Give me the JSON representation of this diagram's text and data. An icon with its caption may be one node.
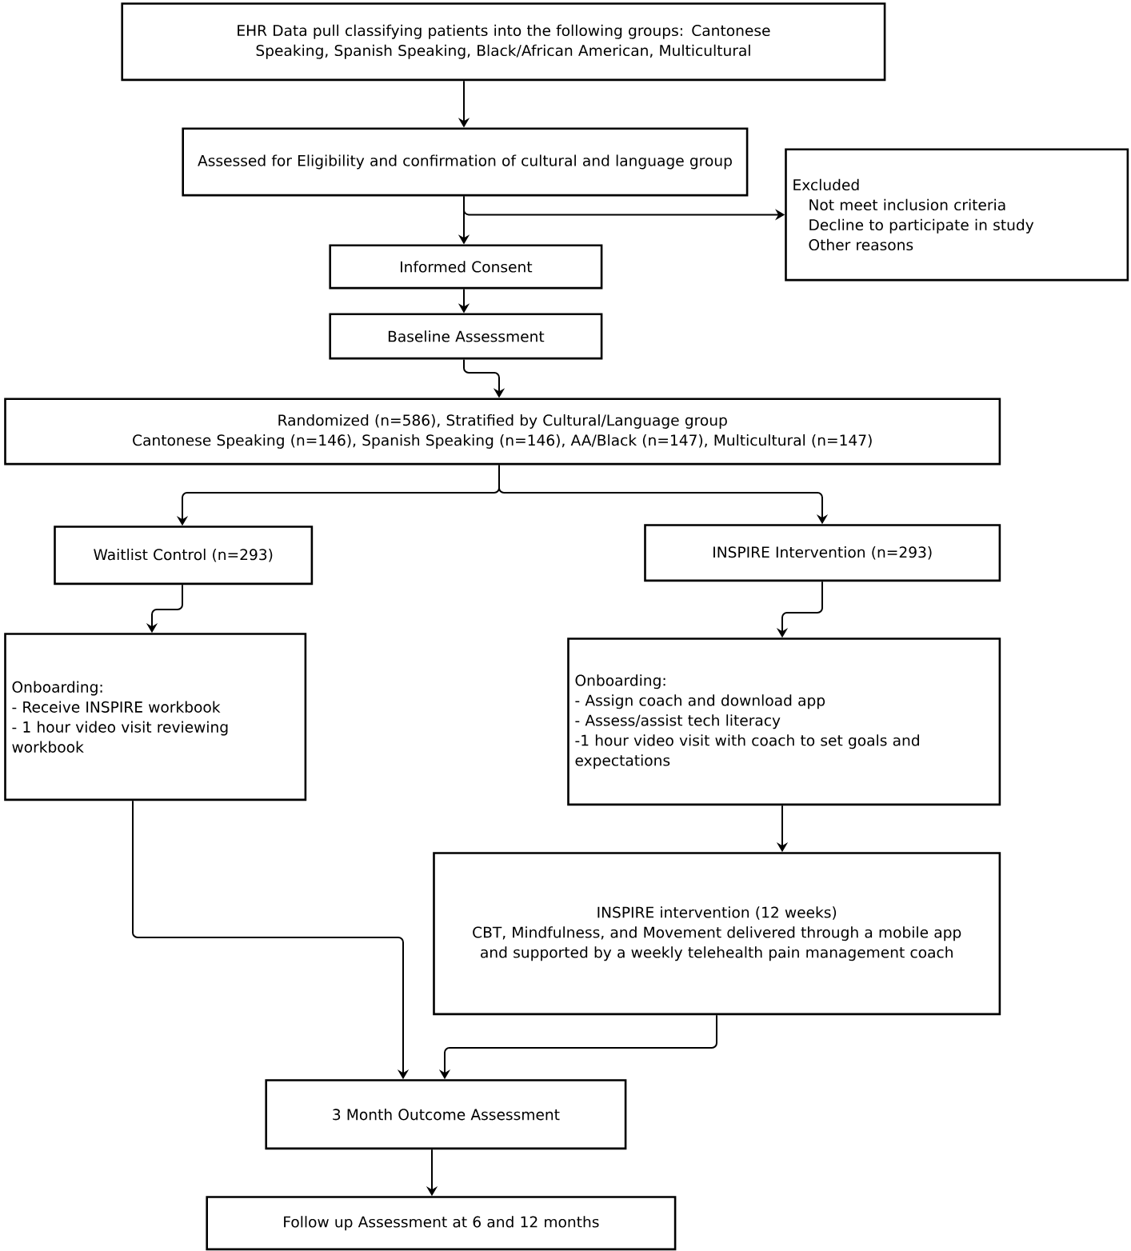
{
  "diagram": {
    "nodes": [
      {
        "text": [
          "EHR Data pull classifying patients into the following groups: Cantonese Speaking, Spanish Speaking, Black/African American, Multicultural"
        ]
      },
      {
        "text": [
          "Assessed for Eligibility and confirmation of cultural and language group"
        ]
      },
      {
        "text": [
          "Excluded",
          "Not meet inclusion criteria",
          "Decline to participate in study",
          "Other reasons"
        ]
      },
      {
        "text": [
          "Informed Consent"
        ]
      },
      {
        "text": [
          "Baseline Assessment"
        ]
      },
      {
        "text": [
          "Randomized (n=586), Stratified by Cultural/Language group",
          "Cantonese Speaking (n=146), Spanish Speaking (n=146), AA/Black (n=147), Multicultural (n=147)"
        ]
      },
      {
        "text": [
          "Waitlist Control (n=293)"
        ]
      },
      {
        "text": [
          "INSPIRE Intervention (n=293)"
        ]
      },
      {
        "text": [
          "Onboarding:",
          "- Receive INSPIRE workbook",
          "- 1 hour video visit reviewing workbook"
        ]
      },
      {
        "text": [
          "Onboarding:",
          "- Assign coach and download app",
          "- Assess/assist tech literacy",
          "-1 hour video visit with coach to set goals and expectations"
        ]
      },
      {
        "text": [
          "INSPIRE intervention (12 weeks)",
          "CBT, Mindfulness, and Movement delivered through a mobile app and supported by a weekly telehealth pain management coach"
        ]
      },
      {
        "text": [
          "3 Month Outcome Assessment"
        ]
      },
      {
        "text": [
          "Follow up Assessment at 6 and 12 months"
        ]
      }
    ],
    "edges": [
      {
        "from": 0,
        "to": 1,
        "arrow": "to"
      },
      {
        "from": 1,
        "to": 2,
        "arrow": "to"
      },
      {
        "from": 1,
        "to": 3,
        "arrow": "to"
      },
      {
        "from": 3,
        "to": 4,
        "arrow": "to"
      },
      {
        "from": 4,
        "to": 5,
        "arrow": "to"
      },
      {
        "from": 5,
        "to": 6,
        "arrow": "to"
      },
      {
        "from": 5,
        "to": 7,
        "arrow": "to"
      },
      {
        "from": 6,
        "to": 8,
        "arrow": "to"
      },
      {
        "from": 7,
        "to": 9,
        "arrow": "to"
      },
      {
        "from": 9,
        "to": 10,
        "arrow": "to"
      },
      {
        "from": 8,
        "to": 11,
        "arrow": "to"
      },
      {
        "from": 10,
        "to": 11,
        "arrow": "to"
      },
      {
        "from": 11,
        "to": 12,
        "arrow": "to"
      }
    ]
  }
}
